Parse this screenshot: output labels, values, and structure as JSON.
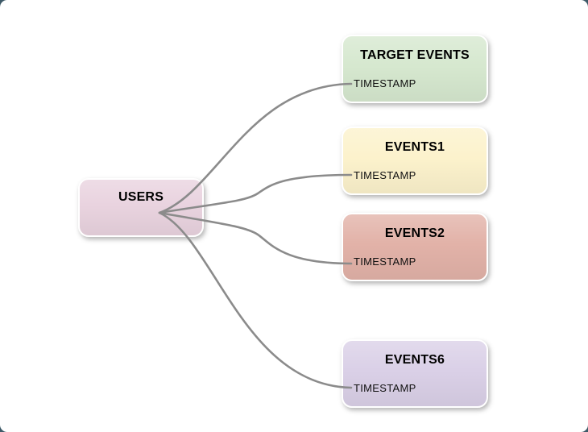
{
  "canvas": {
    "outer_background": "#3e5a68",
    "card_background": "#ffffff"
  },
  "nodes": {
    "users": {
      "title": "USERS",
      "fill": "#e9d3df"
    },
    "targets": [
      {
        "title": "TARGET EVENTS",
        "field": "TIMESTAMP",
        "fill": "#d6e8cf"
      },
      {
        "title": "EVENTS1",
        "field": "TIMESTAMP",
        "fill": "#fcf2cc"
      },
      {
        "title": "EVENTS2",
        "field": "TIMESTAMP",
        "fill": "#e2b2a8"
      },
      {
        "title": "EVENTS6",
        "field": "TIMESTAMP",
        "fill": "#dad0e7"
      }
    ]
  },
  "edges": {
    "color": "#8b8b8b"
  }
}
